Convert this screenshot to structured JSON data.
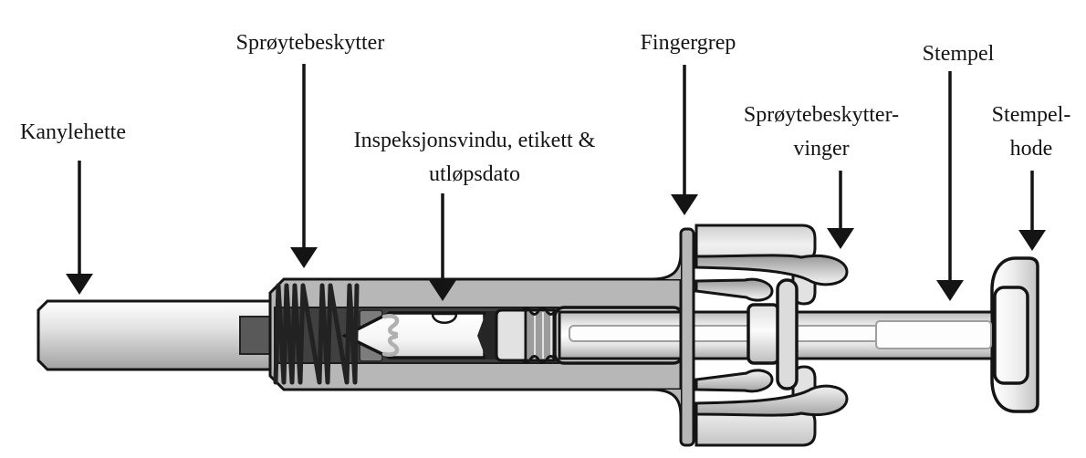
{
  "labels": {
    "kanylehette": "Kanylehette",
    "sproytebeskytter": "Sprøytebeskytter",
    "inspeksjonsvindu_line1": "Inspeksjonsvindu, etikett &",
    "inspeksjonsvindu_line2": "utløpsdato",
    "fingergrep": "Fingergrep",
    "sproytebeskyttervinger_line1": "Sprøytebeskytter-",
    "sproytebeskyttervinger_line2": "vinger",
    "stempel": "Stempel",
    "stempelhode_line1": "Stempel-",
    "stempelhode_line2": "hode"
  },
  "colors": {
    "background": "#ffffff",
    "outline": "#141414",
    "text_color": "#141414",
    "guard_gray": "#b7b7b7",
    "channel_dark": "#404040",
    "hub_dark": "#595959",
    "socket_gray": "#7c7c7c",
    "spring_dark": "#222222",
    "part_light": "#e2e2e2",
    "clip_gray": "#dcdcdc",
    "slot_stroke": "#9f9f9f",
    "detail_gray": "#b0b0b0",
    "rib_gray": "#9c9c9c",
    "stopper_dark": "#262626"
  }
}
